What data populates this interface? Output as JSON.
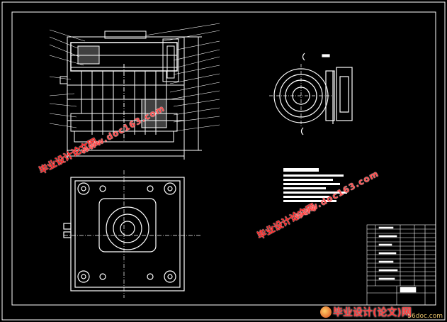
{
  "drawing": {
    "background": "#000000",
    "line_color": "#ffffff",
    "views": [
      "front-section-view",
      "top-plan-view",
      "side-detail-view",
      "technical-notes",
      "parts-list-table"
    ]
  },
  "watermarks": {
    "cn_text": "毕业设计论文网",
    "url_text": "www.doc163.com",
    "color": "#ff2a2a"
  },
  "footer": {
    "brand_text": "毕业设计(论文)网",
    "site_text": "56doc.com",
    "brand_color": "#ff3b3b"
  }
}
